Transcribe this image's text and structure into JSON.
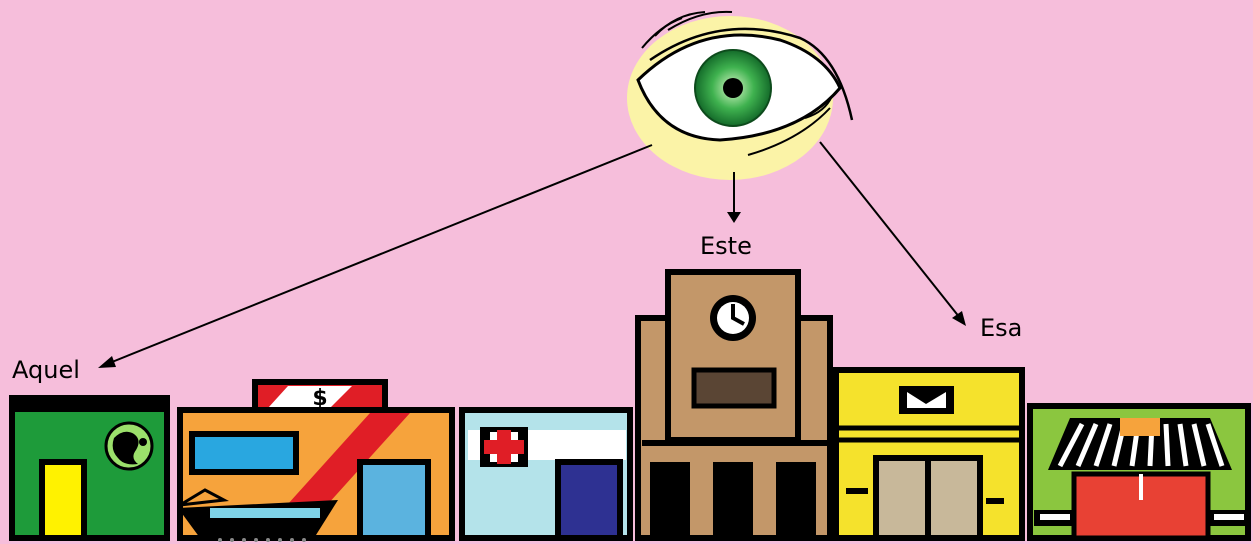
{
  "labels": {
    "near": "Este",
    "middle": "Esa",
    "far": "Aquel"
  },
  "colors": {
    "background": "#f6bedb",
    "eye_glow": "#fbf3a7",
    "iris": "#1f9a3a",
    "outline": "#000000"
  },
  "icons": {
    "viewer": "eye-icon",
    "far_building": "globe-shop-icon",
    "bank": "dollar-bank-icon",
    "hospital": "red-cross-icon",
    "clock_tower": "clock-icon",
    "post_office": "envelope-icon",
    "market": "awning-store-icon"
  }
}
